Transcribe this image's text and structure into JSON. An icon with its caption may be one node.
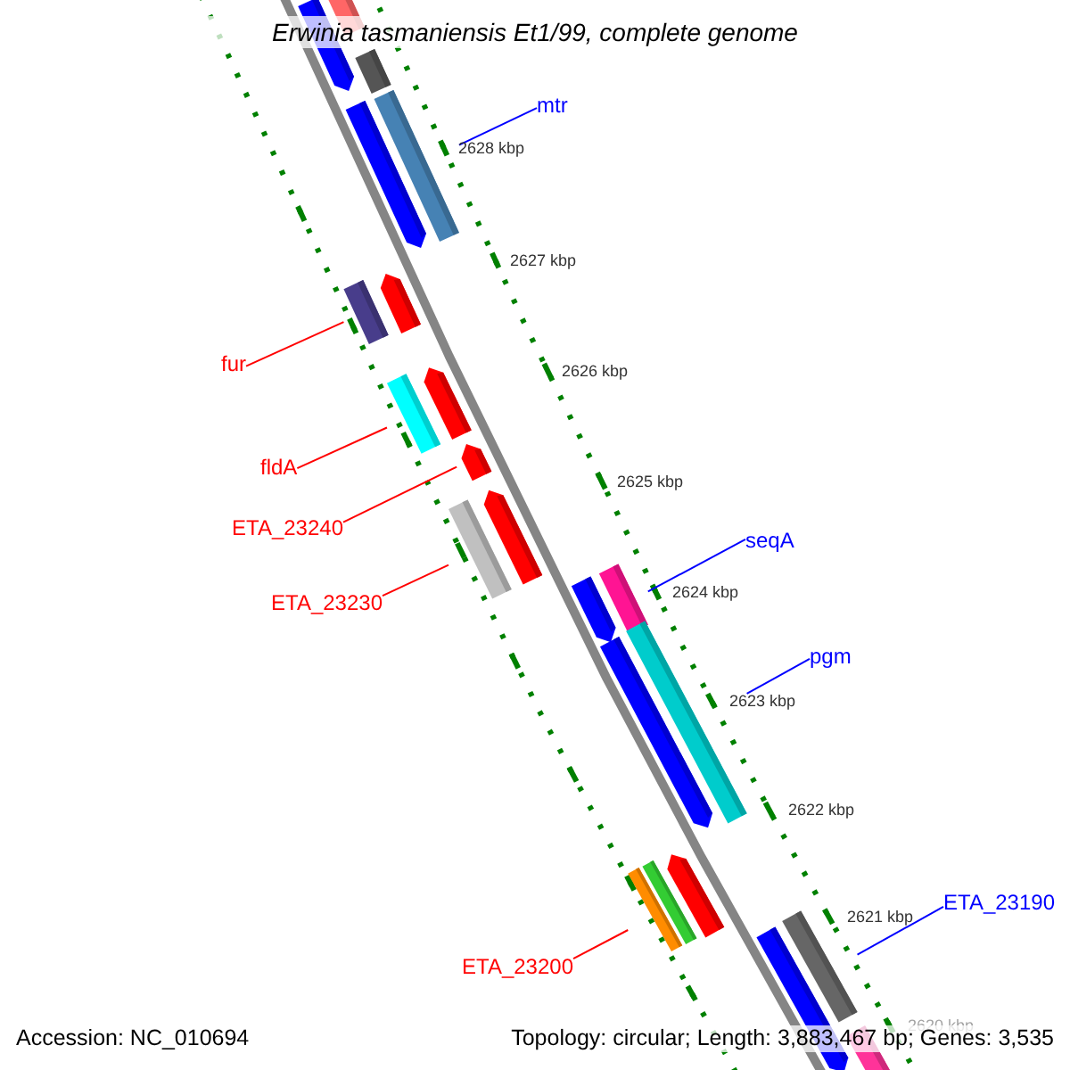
{
  "diagram": {
    "title": "Erwinia tasmaniensis Et1/99, complete genome",
    "nodes": [
      {
        "text": [
          "mtr"
        ]
      },
      {
        "text": [],
        "shape": "bar"
      },
      {
        "text": [
          "fur"
        ]
      },
      {
        "text": [],
        "shape": "bar"
      },
      {
        "text": [
          "fldA"
        ]
      },
      {
        "text": [],
        "shape": "bar"
      },
      {
        "text": [
          "ETA_23240"
        ]
      },
      {
        "text": [],
        "shape": "bar"
      },
      {
        "text": [
          "ETA_23230"
        ]
      },
      {
        "text": [],
        "shape": "bar"
      },
      {
        "text": [
          "seqA"
        ]
      },
      {
        "text": [],
        "shape": "bar"
      },
      {
        "text": [
          "pgm"
        ]
      },
      {
        "text": [],
        "shape": "bar"
      },
      {
        "text": [
          "ETA_23190"
        ]
      },
      {
        "text": [],
        "shape": "bar"
      },
      {
        "text": [
          "ETA_23200"
        ]
      },
      {
        "text": [],
        "shape": "bar"
      }
    ],
    "edges": [
      {
        "from": 0,
        "to": 1,
        "arrow": "none",
        "color": "#0000ff"
      },
      {
        "from": 2,
        "to": 3,
        "arrow": "none"
      },
      {
        "from": 4,
        "to": 5,
        "arrow": "none"
      },
      {
        "from": 6,
        "to": 7,
        "arrow": "none"
      },
      {
        "from": 8,
        "to": 9,
        "arrow": "none"
      },
      {
        "from": 10,
        "to": 11,
        "arrow": "none",
        "color": "#0000ff"
      },
      {
        "from": 12,
        "to": 13,
        "arrow": "none",
        "color": "#0000ff"
      },
      {
        "from": 14,
        "to": 15,
        "arrow": "none",
        "color": "#0000ff"
      },
      {
        "from": 16,
        "to": 17,
        "arrow": "none"
      }
    ],
    "labels": [
      "2628 kbp",
      "2627 kbp",
      "2626 kbp",
      "2625 kbp",
      "2624 kbp",
      "2623 kbp",
      "2622 kbp",
      "2621 kbp",
      "2620 kbp",
      "Accession: NC_010694",
      "Topology: circular; Length: 3,883,467 bp; Genes: 3,535"
    ]
  }
}
